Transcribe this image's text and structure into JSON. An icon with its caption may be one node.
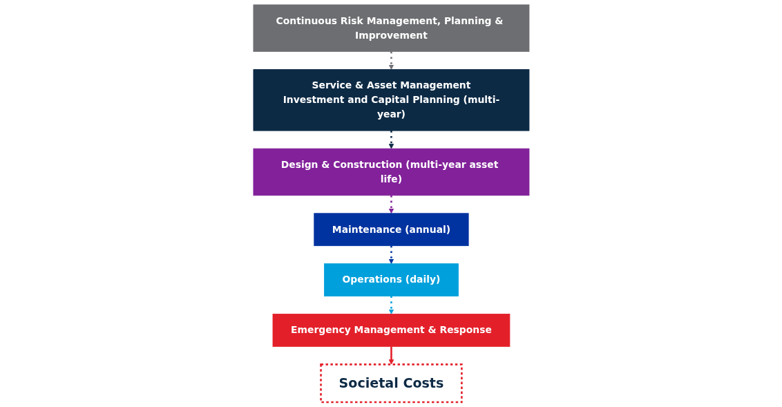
{
  "diagram": {
    "nodes": [
      {
        "text": [
          "Service & Asset Management",
          "Investment and Capital Planning (multi-year)"
        ]
      },
      {
        "text": [
          "Design & Construction (multi-year asset life)"
        ]
      },
      {
        "text": [
          "Maintenance (annual)"
        ]
      },
      {
        "text": [
          "Operations (daily)"
        ]
      },
      {
        "text": [
          "Emergency Management & Response"
        ]
      },
      {
        "text": [
          "Societal Costs"
        ]
      },
      {
        "text": [
          "Continuous Risk Management, Planning & Improvement"
        ]
      }
    ],
    "edges": [
      {
        "from": 0,
        "to": 1,
        "arrow": "to",
        "style": "dashed",
        "color": "#0d2a45"
      },
      {
        "from": 1,
        "to": 2,
        "arrow": "to",
        "style": "dashed",
        "color": "#82219a"
      },
      {
        "from": 2,
        "to": 3,
        "arrow": "to",
        "style": "dashed",
        "color": "#0033a0"
      },
      {
        "from": 3,
        "to": 4,
        "arrow": "to",
        "style": "dashed",
        "color": "#00a0dc"
      },
      {
        "from": 4,
        "to": 5,
        "arrow": "to",
        "color": "#e3202a"
      },
      {
        "from": 6,
        "to": 0,
        "arrow": "to",
        "style": "dashed",
        "color": "#707075"
      }
    ]
  }
}
